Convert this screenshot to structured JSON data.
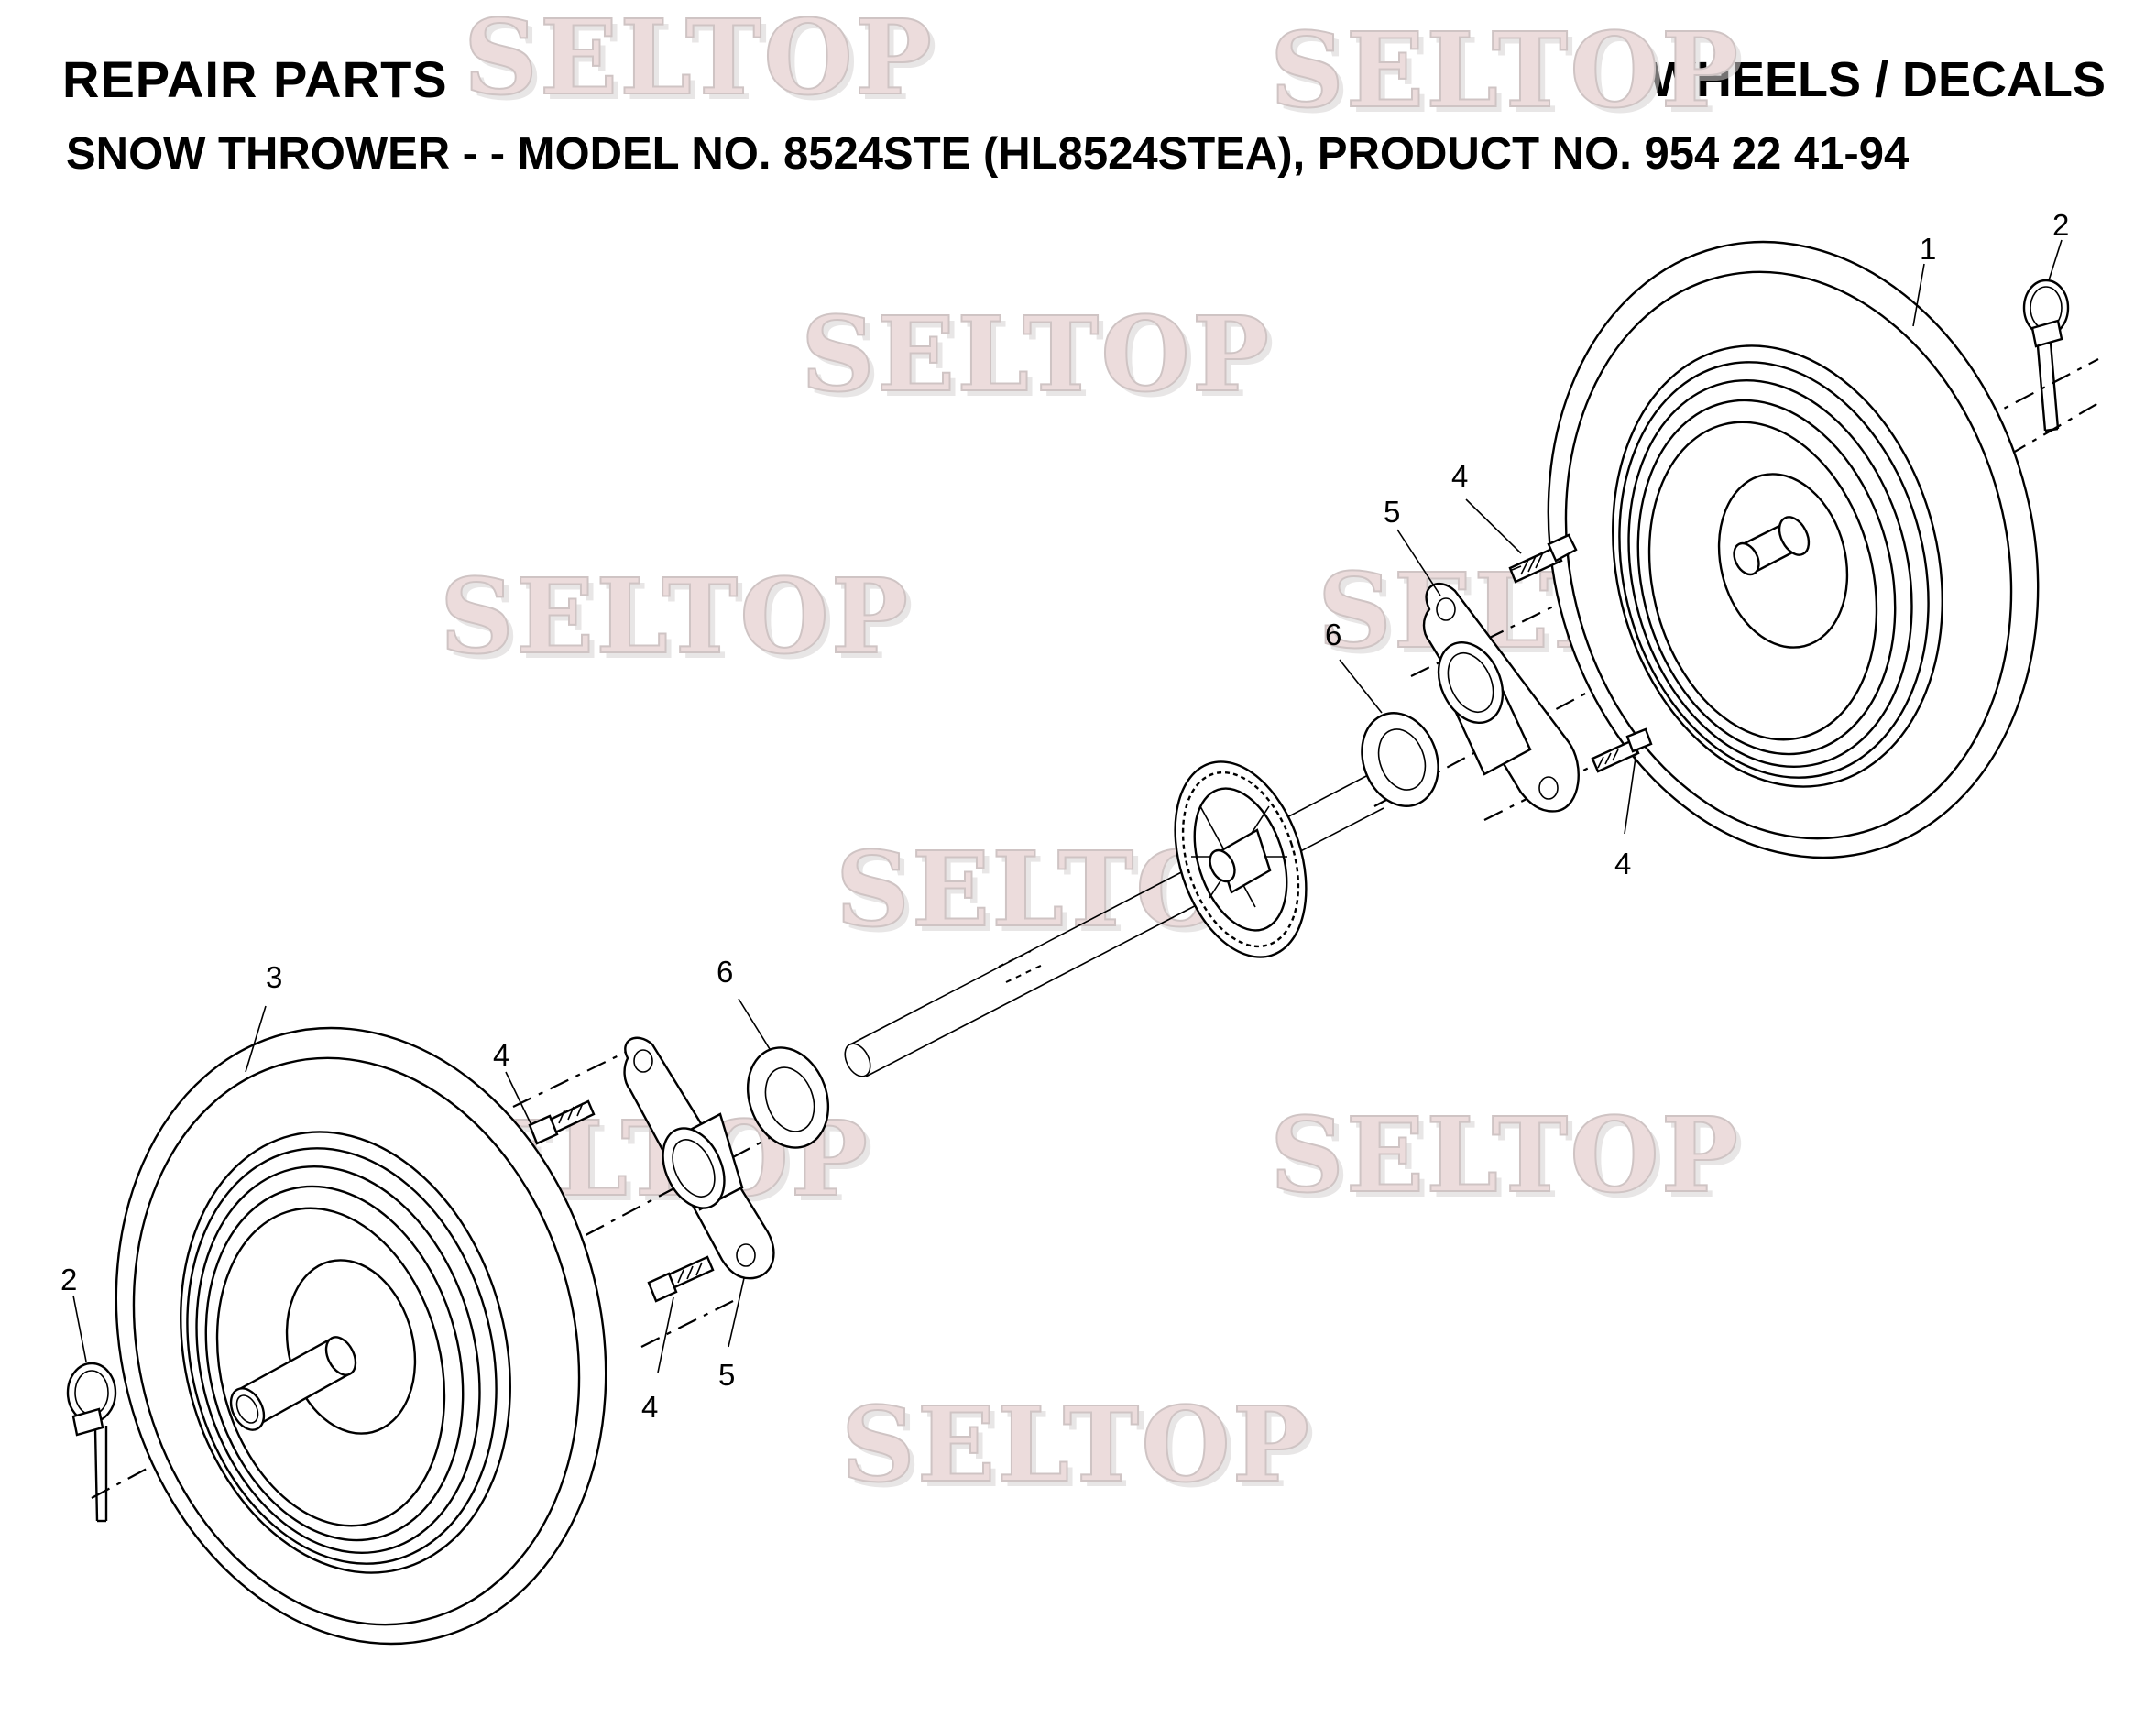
{
  "header": {
    "left_title": "REPAIR PARTS",
    "right_title": "WHEELS / DECALS",
    "subtitle": "SNOW THROWER - - MODEL NO. 8524STE (HL8524STEA), PRODUCT NO. 954 22 41-94"
  },
  "watermark": {
    "text": "SELTOP"
  },
  "callouts": {
    "wheel_right": "1",
    "pin_right": "2",
    "pin_left": "2",
    "wheel_left": "3",
    "bolt_upper_right": "4",
    "bolt_lower_right": "4",
    "bolt_upper_left": "4",
    "bolt_lower_left": "4",
    "bearing_right": "5",
    "bearing_left": "5",
    "washer_right": "6",
    "washer_left": "6"
  },
  "colors": {
    "ink": "#000000",
    "watermark": "#ecdcdc",
    "background": "#ffffff"
  }
}
